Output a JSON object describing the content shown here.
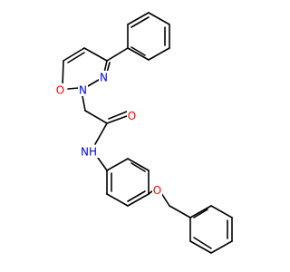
{
  "colors": {
    "background": "#ffffff",
    "bond": "#000000",
    "oxygen": "#ff0000",
    "nitrogen": "#0000ff"
  },
  "labels": {
    "pyridazinone_oxygen": "O",
    "ring_nitrogen_1": "N",
    "ring_nitrogen_2": "N",
    "amide_oxygen": "O",
    "amide_nh": "NH",
    "ether_oxygen": "O"
  }
}
